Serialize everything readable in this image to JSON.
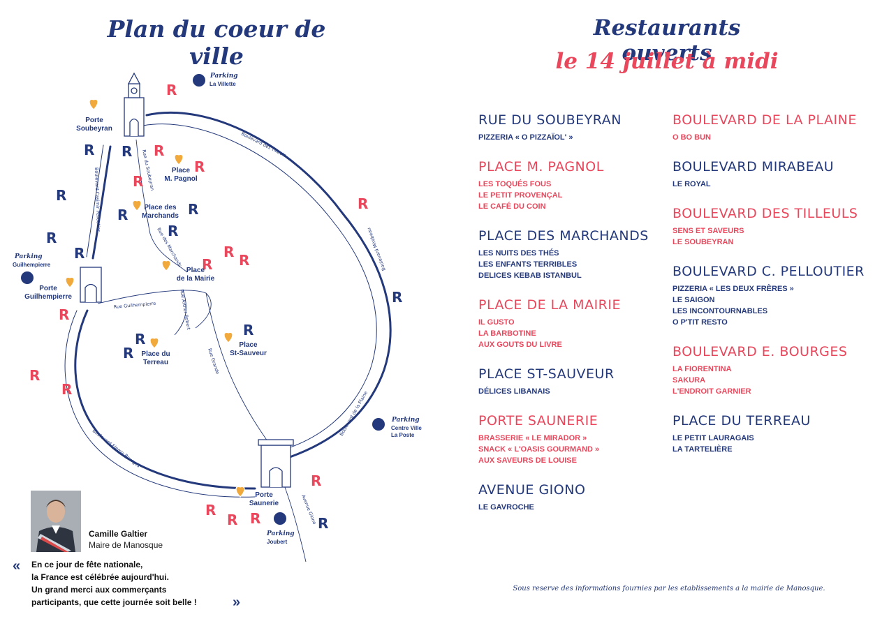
{
  "map": {
    "title": "Plan du coeur de ville",
    "places": [
      {
        "id": "porte-soubeyran",
        "label": "Porte\nSoubeyran"
      },
      {
        "id": "place-pagnol",
        "label": "Place\nM. Pagnol"
      },
      {
        "id": "place-marchands",
        "label": "Place des\nMarchands"
      },
      {
        "id": "place-mairie",
        "label": "Place\nde la Mairie"
      },
      {
        "id": "porte-guilhempierre",
        "label": "Porte\nGuilhempierre"
      },
      {
        "id": "place-terreau",
        "label": "Place du\nTerreau"
      },
      {
        "id": "place-st-sauveur",
        "label": "Place\nSt-Sauveur"
      },
      {
        "id": "porte-saunerie",
        "label": "Porte\nSaunerie"
      }
    ],
    "parkings": [
      {
        "id": "la-villette",
        "title": "Parking",
        "sub": "La Villette"
      },
      {
        "id": "guilhempierre",
        "title": "Parking",
        "sub": "Guilhempierre"
      },
      {
        "id": "centre-ville",
        "title": "Parking",
        "sub": "Centre Ville\nLa Poste"
      },
      {
        "id": "joubert",
        "title": "Parking",
        "sub": "Joubert"
      }
    ],
    "streets": [
      "Boulevard des Tilleuls",
      "Rue du Soubeyran",
      "Boulevard Casimir Pelloutier",
      "Rue des Marchands",
      "Boulevard Mirabeau",
      "Rue Guilhempierre",
      "Rue Arthur Robert",
      "Rue Grande",
      "Boulevard de la Plaine",
      "Boulevard Elemir Bourges",
      "Avenue Giono"
    ],
    "restaurant_marker": "R",
    "colors": {
      "navy": "#24397b",
      "red": "#e8475c",
      "heart": "#f2a93b"
    }
  },
  "restaurants": {
    "title_line1": "Restaurants ouverts",
    "title_line2": "le 14 juillet à midi",
    "left_column": [
      {
        "name": "Rue du Soubeyran",
        "color": "navy",
        "items": [
          "PIZZERIA « O PIZZAÏOL' »"
        ]
      },
      {
        "name": "Place M. Pagnol",
        "color": "red",
        "items": [
          "LES TOQUÉS FOUS",
          "LE PETIT PROVENÇAL",
          "LE CAFÉ DU COIN"
        ]
      },
      {
        "name": "Place des Marchands",
        "color": "navy",
        "items": [
          "LES NUITS DES THÉS",
          "LES ENFANTS TERRIBLES",
          "DELICES KEBAB ISTANBUL"
        ]
      },
      {
        "name": "Place de la Mairie",
        "color": "red",
        "items": [
          "IL GUSTO",
          "LA BARBOTINE",
          "AUX GOUTS DU LIVRE"
        ]
      },
      {
        "name": "Place St-Sauveur",
        "color": "navy",
        "items": [
          "DÉLICES LIBANAIS"
        ]
      },
      {
        "name": "Porte Saunerie",
        "color": "red",
        "items": [
          "BRASSERIE « LE MIRADOR »",
          "SNACK « L'OASIS GOURMAND »",
          "AUX SAVEURS DE LOUISE"
        ]
      },
      {
        "name": "Avenue Giono",
        "color": "navy",
        "items": [
          "LE GAVROCHE"
        ]
      }
    ],
    "right_column": [
      {
        "name": "Boulevard de la Plaine",
        "color": "red",
        "items": [
          "O BO BUN"
        ]
      },
      {
        "name": "Boulevard Mirabeau",
        "color": "navy",
        "items": [
          "LE ROYAL"
        ]
      },
      {
        "name": "Boulevard des Tilleuls",
        "color": "red",
        "items": [
          "SENS ET SAVEURS",
          "LE SOUBEYRAN"
        ]
      },
      {
        "name": "Boulevard C. Pelloutier",
        "color": "navy",
        "items": [
          "PIZZERIA « LES DEUX FRÈRES »",
          "LE SAIGON",
          "LES INCONTOURNABLES",
          "O P'TIT RESTO"
        ]
      },
      {
        "name": "Boulevard E. Bourges",
        "color": "red",
        "items": [
          "LA FIORENTINA",
          "SAKURA",
          "L'ENDROIT GARNIER"
        ]
      },
      {
        "name": "Place du Terreau",
        "color": "navy",
        "items": [
          "LE PETIT LAURAGAIS",
          "LA TARTELIÈRE"
        ]
      }
    ],
    "footnote": "Sous reserve des informations fournies par les etablissements a la mairie de Manosque."
  },
  "mayor": {
    "name": "Camille Galtier",
    "role": "Maire de Manosque",
    "quote_lines": [
      "En ce jour de fête nationale,",
      "la France est célébrée aujourd'hui.",
      "Un grand merci aux commerçants",
      "participants, que cette journée soit belle !"
    ],
    "quote_open": "«",
    "quote_close": "»"
  }
}
